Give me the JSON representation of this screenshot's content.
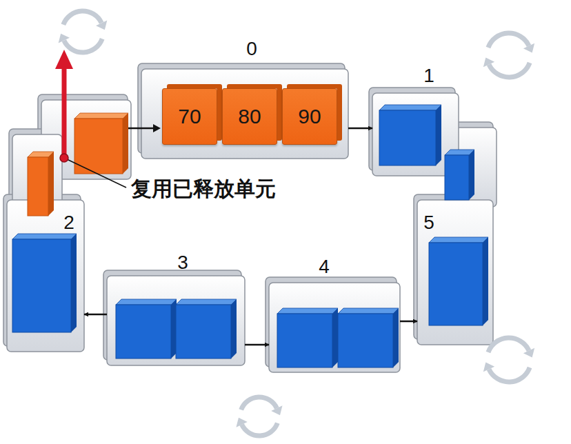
{
  "diagram": {
    "nodes": [
      {
        "text": [
          "0"
        ]
      },
      {
        "text": [
          "70"
        ],
        "in": 0
      },
      {
        "text": [
          "80"
        ],
        "in": 0
      },
      {
        "text": [
          "90"
        ],
        "in": 0
      },
      {
        "text": [
          "1"
        ]
      },
      {
        "text": [
          "2"
        ]
      },
      {
        "text": [
          "3"
        ]
      },
      {
        "text": [
          "4"
        ]
      },
      {
        "text": [
          "5"
        ]
      }
    ],
    "edges": [
      {
        "from": 0,
        "to": 4,
        "arrow": "to"
      },
      {
        "from": 6,
        "to": 5,
        "arrow": "to"
      },
      {
        "from": 6,
        "to": 7,
        "arrow": "to"
      },
      {
        "from": 7,
        "to": 8,
        "arrow": "to"
      }
    ],
    "labels": [
      "复用已释放单元"
    ]
  }
}
